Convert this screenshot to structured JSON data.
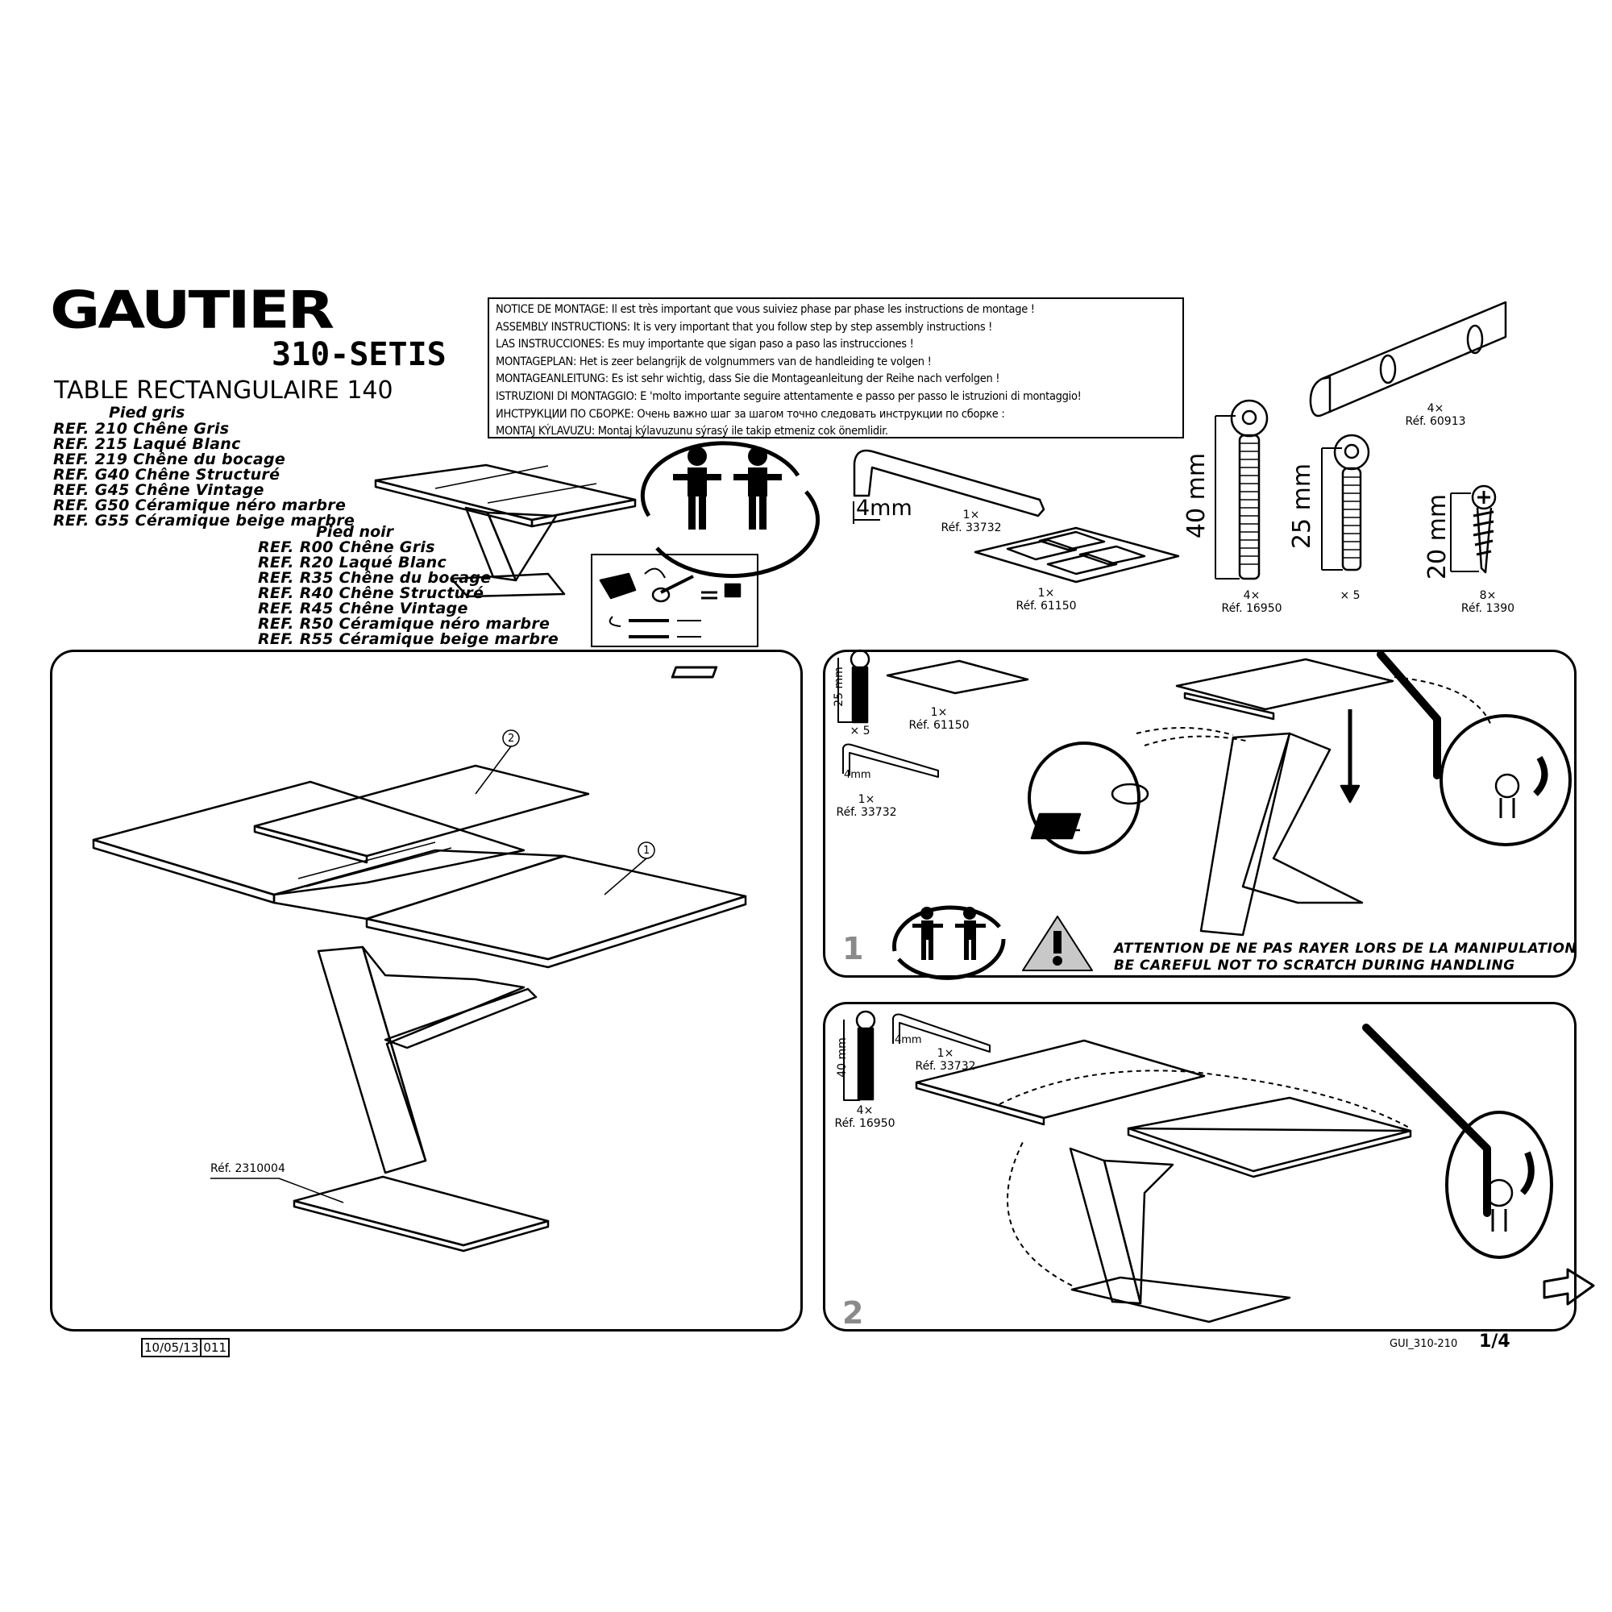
{
  "header": {
    "brand": "GAUTIER",
    "model": "310-SETIS",
    "product_title": "TABLE RECTANGULAIRE 140"
  },
  "finishes": {
    "pied_gris": {
      "heading": "Pied gris",
      "refs": [
        "REF. 210 Chêne Gris",
        "REF. 215 Laqué Blanc",
        "REF. 219 Chêne du bocage",
        "REF. G40 Chêne Structuré",
        "REF. G45 Chêne Vintage",
        "REF. G50 Céramique néro marbre",
        "REF. G55 Céramique beige marbre"
      ]
    },
    "pied_noir": {
      "heading": "Pied noir",
      "refs": [
        "REF. R00 Chêne Gris",
        "REF. R20 Laqué Blanc",
        "REF. R35 Chêne du bocage",
        "REF. R40 Chêne Structuré",
        "REF. R45 Chêne Vintage",
        "REF. R50 Céramique néro marbre",
        "REF. R55 Céramique beige marbre"
      ]
    }
  },
  "notice": [
    "NOTICE DE MONTAGE: Il est très important que vous suiviez phase par phase les instructions de montage !",
    "ASSEMBLY INSTRUCTIONS: It is very important that you follow step by step assembly instructions !",
    "LAS INSTRUCCIONES: Es muy importante que sigan paso a paso las instrucciones !",
    "MONTAGEPLAN: Het is zeer belangrijk de volgnummers van de handleiding te volgen !",
    "MONTAGEANLEITUNG: Es ist sehr wichtig, dass Sie die Montageanleitung der Reihe nach verfolgen !",
    "ISTRUZIONI DI MONTAGGIO: E 'molto importante seguire attentamente e passo per passo le istruzioni di montaggio!",
    "ИНСТРУКЦИИ ПО СБОРКЕ: Очень важно шаг за шагом точно следовать инструкции по сборке :",
    "MONTAJ KÝLAVUZU: Montaj kýlavuzunu sýrasý ile takip etmeniz cok önemlidir."
  ],
  "hardware": {
    "allen_key": {
      "size": "4mm",
      "qty": "1×",
      "ref": "Réf. 33732"
    },
    "pads": {
      "qty": "1×",
      "ref": "Réf. 61150"
    },
    "bolt_40": {
      "length": "40 mm",
      "qty": "4×",
      "ref": "Réf. 16950"
    },
    "bolt_25": {
      "length": "25 mm",
      "qty": "× 5"
    },
    "screw_20": {
      "length": "20 mm",
      "qty": "8×",
      "ref": "Réf. 1390"
    },
    "plate": {
      "qty": "4×",
      "ref": "Réf. 60913"
    }
  },
  "overview_panel": {
    "callouts": [
      "2",
      "1"
    ],
    "base_ref": "Réf. 2310004"
  },
  "step1": {
    "number": "1",
    "bolt": {
      "length": "25 mm",
      "qty": "× 5"
    },
    "pads": {
      "qty": "1×",
      "ref": "Réf. 61150"
    },
    "allen_key": {
      "size": "4mm",
      "qty": "1×",
      "ref": "Réf. 33732"
    },
    "warning_fr": "ATTENTION DE NE PAS RAYER LORS DE LA MANIPULATION",
    "warning_en": "BE CAREFUL NOT TO SCRATCH DURING HANDLING"
  },
  "step2": {
    "number": "2",
    "bolt": {
      "length": "40 mm",
      "qty": "4×",
      "ref": "Réf. 16950"
    },
    "allen_key": {
      "size": "4mm",
      "qty": "1×",
      "ref": "Réf. 33732"
    }
  },
  "footer": {
    "date": "10/05/13",
    "revision": "011",
    "doc_ref": "GUI_310-210",
    "page": "1/4"
  },
  "colors": {
    "ink": "#000000",
    "step_number": "#8a8a8a",
    "warning_fill": "#c8c8c8"
  }
}
